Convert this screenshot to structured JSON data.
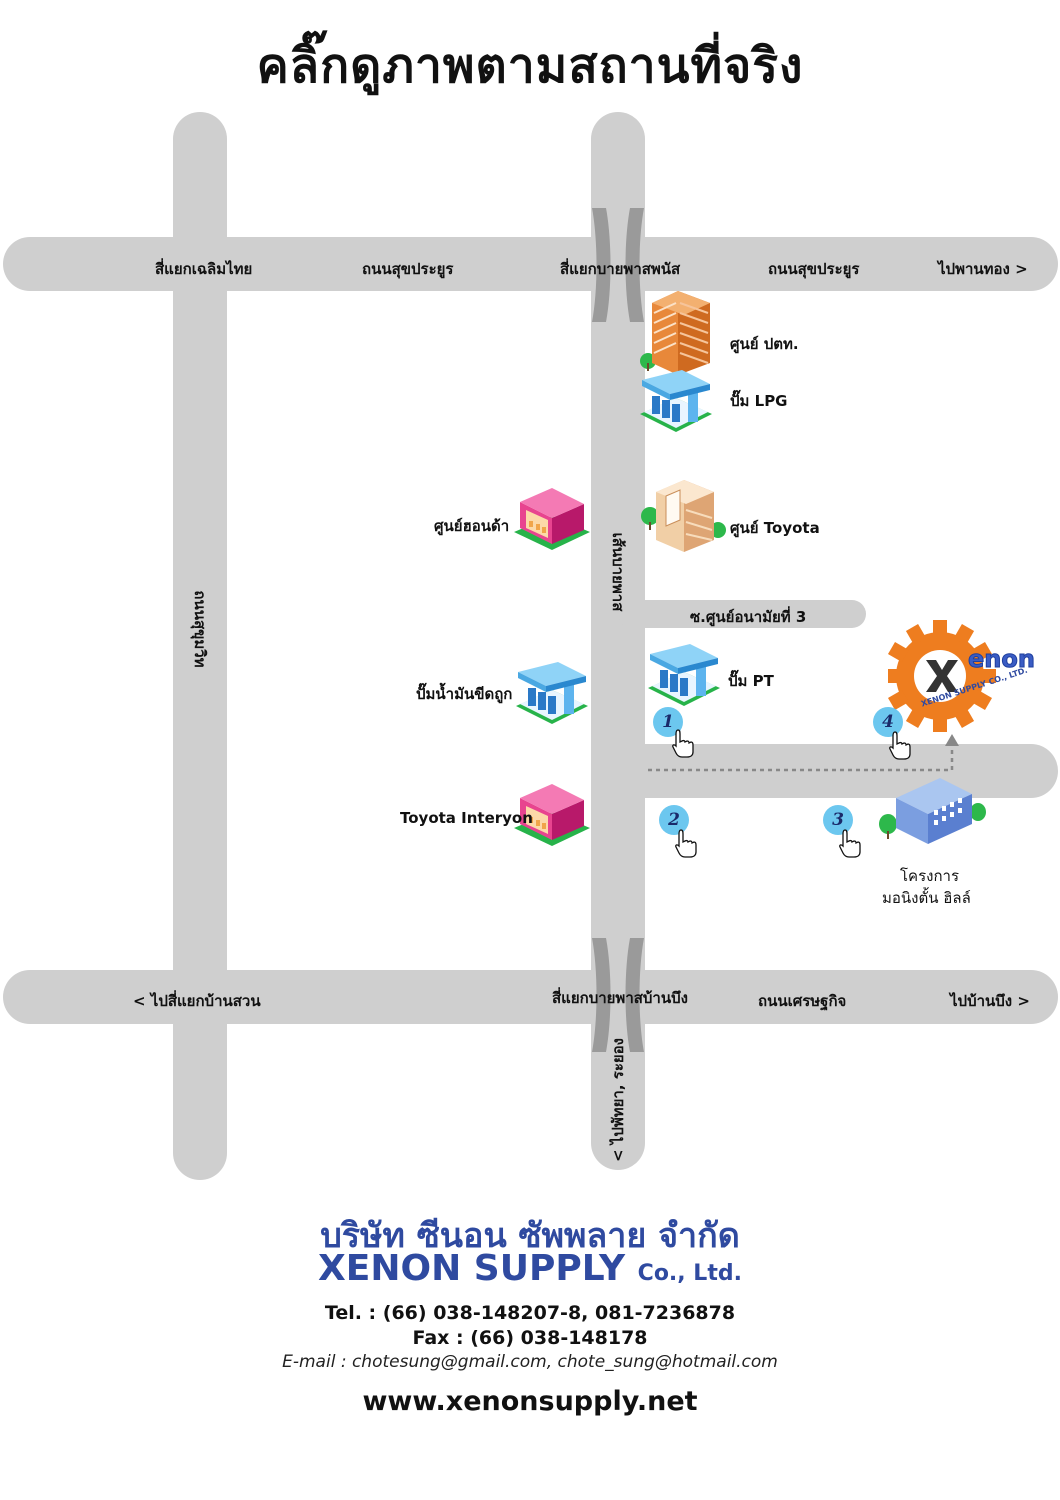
{
  "title": "คลิ๊กดูภาพตามสถานที่จริง",
  "roads": {
    "top": [
      "สี่แยกเฉลิมไทย",
      "ถนนสุขประยูร",
      "สี่แยกบายพาสพนัส",
      "ถนนสุขประยูร",
      "ไปพานทอง >"
    ],
    "bottom": [
      "< ไปสี่แยกบ้านสวน",
      "สี่แยกบายพาสบ้านบึง",
      "ถนนเศรษฐกิจ",
      "ไปบ้านบึง >"
    ],
    "left_vertical": "ถนนสุขุมวิท",
    "mid_vertical": "เส้นบายพาส",
    "bottom_vertical": "< ไปพัทยา, ระยอง",
    "soi": "ซ.ศูนย์อนามัยที่ 3"
  },
  "places": {
    "ptt_center": "ศูนย์ ปตท.",
    "lpg": "ปั๊ม LPG",
    "toyota_center": "ศูนย์ Toyota",
    "mall": "ศูนย์ฮอนด้า",
    "pt": "ปั๊ม PT",
    "gas_left": "ปั๊มน้ำมันขีดถูก",
    "toyota_interyon": "Toyota  Interyon",
    "project_line1": "โครงการ",
    "project_line2": "มอนิงตั้น ฮิลล์"
  },
  "logo": {
    "brand": "enon",
    "sub": "XENON SUPPLY CO., LTD."
  },
  "pins": [
    "1",
    "2",
    "3",
    "4"
  ],
  "footer": {
    "thai_name": "บริษัท ซีนอน ซัพพลาย จำกัด",
    "eng_name": "XENON SUPPLY",
    "eng_suffix": "Co., Ltd.",
    "tel": "Tel. : (66) 038-148207-8, 081-7236878",
    "fax": "Fax : (66) 038-148178",
    "email": "E-mail : chotesung@gmail.com,  chote_sung@hotmail.com",
    "web": "www.xenonsupply.net"
  },
  "colors": {
    "road": "#cfcfcf",
    "footer_blue": "#2f4aa0",
    "pin": "#6cc7ef",
    "logo_orange": "#ee7d1f"
  }
}
